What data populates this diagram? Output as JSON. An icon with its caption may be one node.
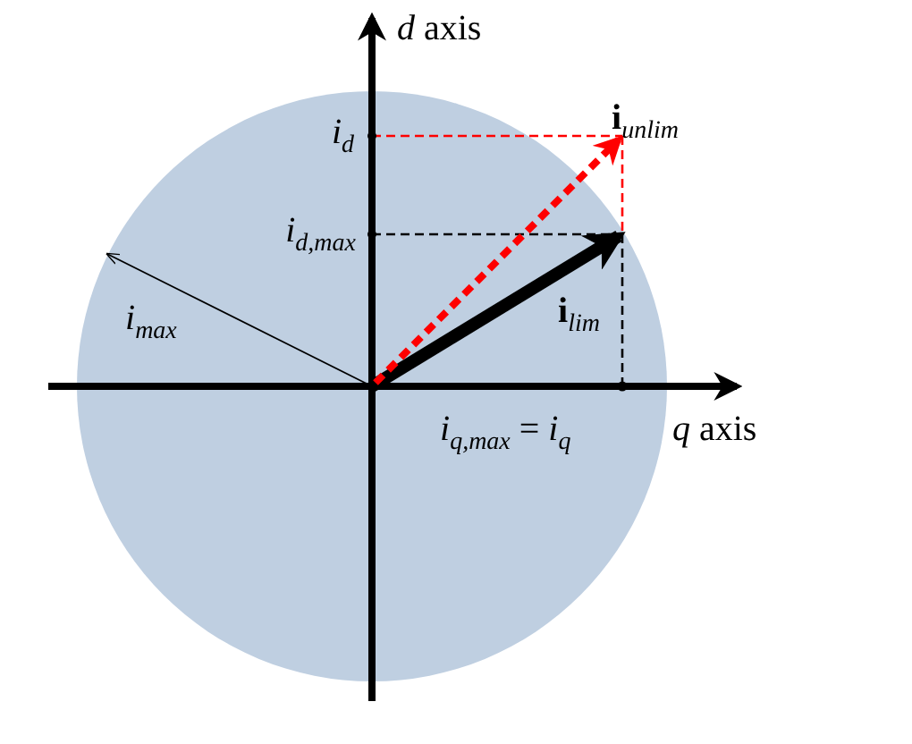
{
  "diagram": {
    "labels": [
      "*d* axis",
      "*i*$_{d}$",
      "**i**$_{unlim}$",
      "*i*$_{d,max}$",
      "*i*$_{max}$",
      "**i**$_{lim}$",
      "*i*$_{q,max}$ = *i*$_{q}$",
      "*q* axis"
    ]
  }
}
